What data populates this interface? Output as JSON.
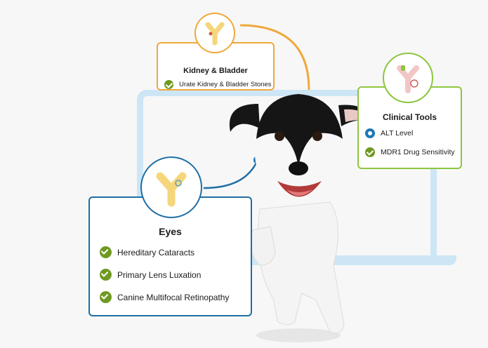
{
  "colors": {
    "accent_orange": "#f0a83a",
    "accent_green": "#8dc63f",
    "accent_blue": "#1f6fa5",
    "check_green": "#6f9a22",
    "laptop": "#cde6f5",
    "dot_blue": "#1f78b4"
  },
  "kidney_card": {
    "title": "Kidney & Bladder",
    "items": [
      "Urate Kidney & Bladder Stones"
    ],
    "icon": "antibody-icon"
  },
  "clinical_card": {
    "title": "Clinical Tools",
    "items": [
      {
        "label": "ALT Level",
        "status": "ring"
      },
      {
        "label": "MDR1 Drug Sensitivity",
        "status": "check"
      }
    ],
    "icon": "antibody-icon"
  },
  "eyes_card": {
    "title": "Eyes",
    "items": [
      "Hereditary Cataracts",
      "Primary Lens Luxation",
      "Canine Multifocal Retinopathy"
    ],
    "icon": "antibody-icon"
  },
  "image": {
    "subject": "puppy-image"
  }
}
